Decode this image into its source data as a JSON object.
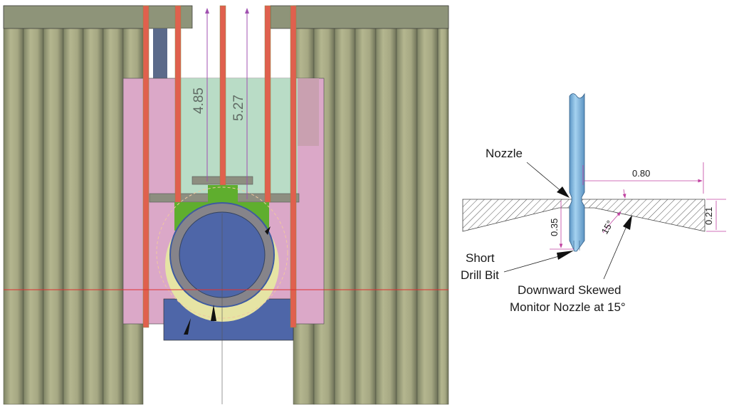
{
  "left_view": {
    "dimensions": [
      "4.85",
      "5.27"
    ],
    "colors": {
      "tubes": "#a6a883",
      "rods": "#e0604e",
      "pink_block": "#dba8c8",
      "green_zone": "#b9dcc6",
      "green_block": "#5fae2e",
      "pipe_blue": "#4e66a8",
      "ring_grey": "#86848a",
      "yellow_crescent": "#e6e4a4",
      "dimension": "#a050b0",
      "red_line": "#e03030"
    }
  },
  "right_view": {
    "labels": {
      "nozzle": "Nozzle",
      "short": "Short",
      "drill_bit": "Drill Bit",
      "skewed_line1": "Downward Skewed",
      "skewed_line2": "Monitor Nozzle at 15°"
    },
    "dimensions": {
      "width": "0.80",
      "depth": "0.35",
      "angle": "15°",
      "thickness": "0.21"
    },
    "colors": {
      "nozzle_pipe": "#7fb8e2",
      "dimension": "#c040a0",
      "hatch": "#555555"
    }
  }
}
